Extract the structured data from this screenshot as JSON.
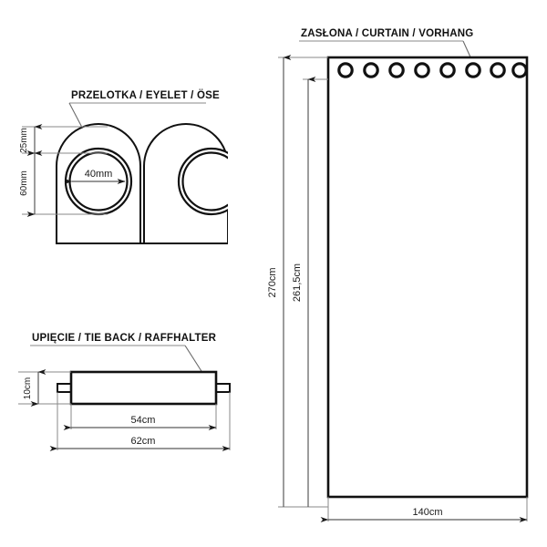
{
  "document": {
    "title": "Curtain technical drawing",
    "background_color": "#ffffff",
    "line_color": "#111111",
    "dimension_color": "#5a5a5a"
  },
  "sections": {
    "eyelet": {
      "label": "PRZELOTKA / EYELET / ÖSE",
      "dimensions": {
        "top_gap": "25mm",
        "total_height": "60mm",
        "inner_diameter": "40mm"
      }
    },
    "tieback": {
      "label": "UPIĘCIE / TIE BACK / RAFFHALTER",
      "dimensions": {
        "height": "10cm",
        "body_width": "54cm",
        "overall_width": "62cm"
      }
    },
    "curtain": {
      "label": "ZASŁONA / CURTAIN / VORHANG",
      "dimensions": {
        "total_height": "270cm",
        "fabric_height": "261,5cm",
        "width": "140cm"
      },
      "eyelet_count": 8
    }
  }
}
